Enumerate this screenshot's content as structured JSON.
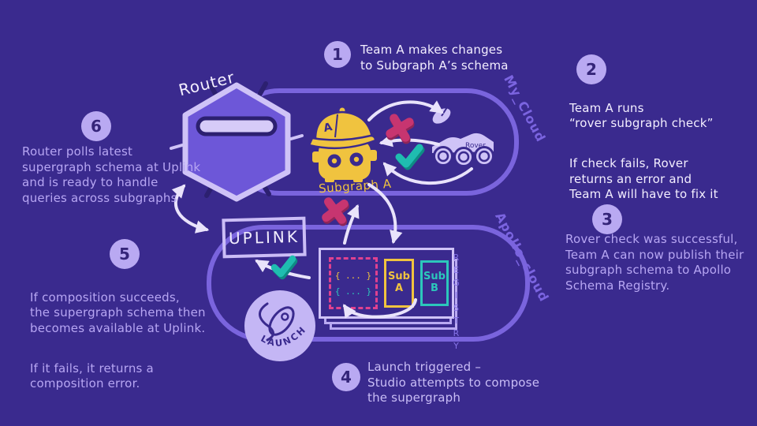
{
  "colors": {
    "background": "#3a2a8e",
    "zone_outline": "#7a64dd",
    "accent_lavender": "#b9a9f2",
    "text_primary": "#f3eeff",
    "text_secondary": "#b7a6f3",
    "yellow": "#f0c33f",
    "teal": "#2cc7bb",
    "pink_dashed": "#e0418f",
    "fail_red": "#c73570",
    "success_teal": "#1fbdb0"
  },
  "icons": {
    "router": "hexagon-router-icon",
    "subgraph_a": "robot-with-cap-icon",
    "rover": "rover-satellite-icon",
    "launch": "rocket-icon",
    "success": "checkmark-icon",
    "failure": "cross-x-icon"
  },
  "labels": {
    "router": "Router",
    "uplink": "UPLINK",
    "subgraph_a": "Subgraph A",
    "rover": "Rover",
    "my_cloud": "My_Cloud",
    "apollo_cloud": "Apollo_cloud",
    "registry": "REGISTRY",
    "launch": "LAUNCH",
    "sub_a": "Sub\nA",
    "sub_b": "Sub\nB",
    "schema_line_yellow": "{ ... }",
    "schema_line_teal": "{ ... }",
    "cap_letter": "A"
  },
  "steps": [
    {
      "num": "1",
      "p1": "Team A makes changes\nto Subgraph A’s schema"
    },
    {
      "num": "2",
      "p1": "Team A runs\n“rover subgraph check”",
      "p2": "If check fails, Rover\nreturns an error and\nTeam A will have to fix it"
    },
    {
      "num": "3",
      "p1": "Rover check was successful,\nTeam A can now publish their\nsubgraph schema to Apollo\nSchema Registry."
    },
    {
      "num": "4",
      "p1": "Launch triggered –\nStudio attempts to compose\nthe supergraph"
    },
    {
      "num": "5",
      "p1": "If composition succeeds,\nthe supergraph schema then\nbecomes available at Uplink.",
      "p2": "If it fails, it returns a\ncomposition error."
    },
    {
      "num": "6",
      "p1": "Router polls latest\nsupergraph schema at Uplink\nand is ready to handle\nqueries across subgraphs"
    }
  ]
}
